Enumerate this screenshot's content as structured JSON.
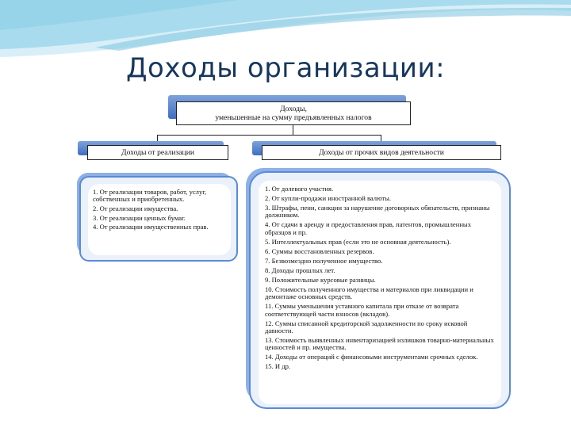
{
  "title": "Доходы организации:",
  "top_box": {
    "line1": "Доходы,",
    "line2": "уменьшенные на сумму предъявленных налогов"
  },
  "left_head": "Доходы от реализации",
  "right_head": "Доходы от прочих видов деятельности",
  "left_items": [
    "1. От реализации товаров, работ, услуг, собственных и приобретенных.",
    "2. От реализации имущества.",
    "3. От реализации ценных бумаг.",
    "4. От реализации имущественных прав."
  ],
  "right_items": [
    "1. От долевого участия.",
    "2. От купли-продажи иностранной валюты.",
    "3. Штрафы, пени, санкции за нарушение договорных обязательств, признаны должником.",
    "4. От сдачи в аренду и предоставления прав, патентов, промышленных образцов и пр.",
    "5. Интеллектуальных прав (если это не основная деятельность).",
    "6. Суммы восстановленных резервов.",
    "7. Безвозмездно полученное имущество.",
    "8. Доходы прошлых лет.",
    "9. Положительные курсовые разницы.",
    "10. Стоимость полученного имущества и материалов при ликвидации и демонтаже основных средств.",
    "11. Суммы уменьшения уставного капитала при отказе от возврата соответствующей части взносов (вкладов).",
    "12. Суммы списанной кредиторской задолженности по сроку исковой давности.",
    "13. Стоимость выявленных инвентаризацией излишков товарно-материальных ценностей и пр. имущества.",
    "14. Доходы от операций с финансовыми инструментами срочных сделок.",
    "15. И др."
  ],
  "colors": {
    "title": "#17365d",
    "box_shadow": "#4f7bc8",
    "panel_border": "#5b8ad4",
    "panel_fill": "#eaf1fb",
    "swoosh_light": "#c9e8f4",
    "swoosh_dark": "#7cc2de"
  }
}
